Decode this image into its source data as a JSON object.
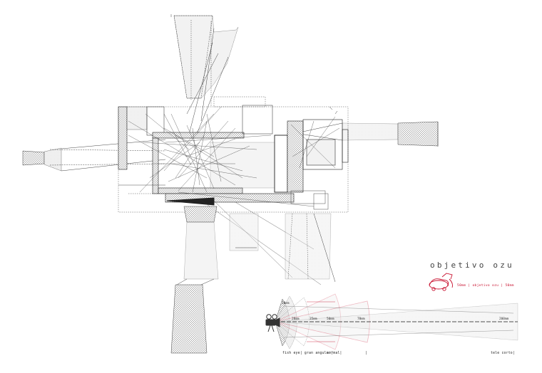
{
  "title": "objetivo ozu",
  "caption_red": "50mm | objetivo ozu | 50mm",
  "lens_scale": {
    "labels": [
      "18mm",
      "28mm",
      "35mm",
      "50mm",
      "70mm",
      "200mm"
    ],
    "categories_left": "fish eye| gran angular|",
    "categories_mid": "normal|",
    "categories_sep": "|",
    "categories_right": "tele corto|"
  },
  "colors": {
    "accent_red": "#c8102e",
    "line": "#333333",
    "hatch": "#8a8a8a"
  },
  "icons": [
    "film-camera-icon",
    "ozu-car-stamp-icon"
  ]
}
